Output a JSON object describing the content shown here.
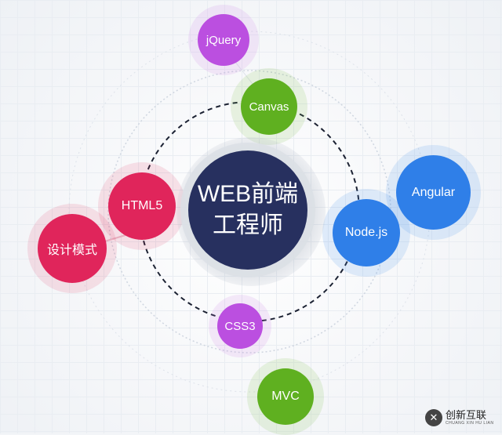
{
  "center": {
    "line1": "WEB前端",
    "line2": "工程师"
  },
  "nodes": {
    "jquery": "jQuery",
    "canvas": "Canvas",
    "angular": "Angular",
    "nodejs": "Node.js",
    "html5": "HTML5",
    "design_patterns": "设计模式",
    "css3": "CSS3",
    "mvc": "MVC"
  },
  "watermark": {
    "logo_icon": "chuangxin-logo-icon",
    "text": "创新互联",
    "subtext": "CHUANG XIN HU LIAN"
  },
  "colors": {
    "center": "#27305f",
    "purple": "#bb4fe0",
    "green": "#5fb020",
    "blue": "#2f7fe8",
    "red": "#e0255b"
  }
}
